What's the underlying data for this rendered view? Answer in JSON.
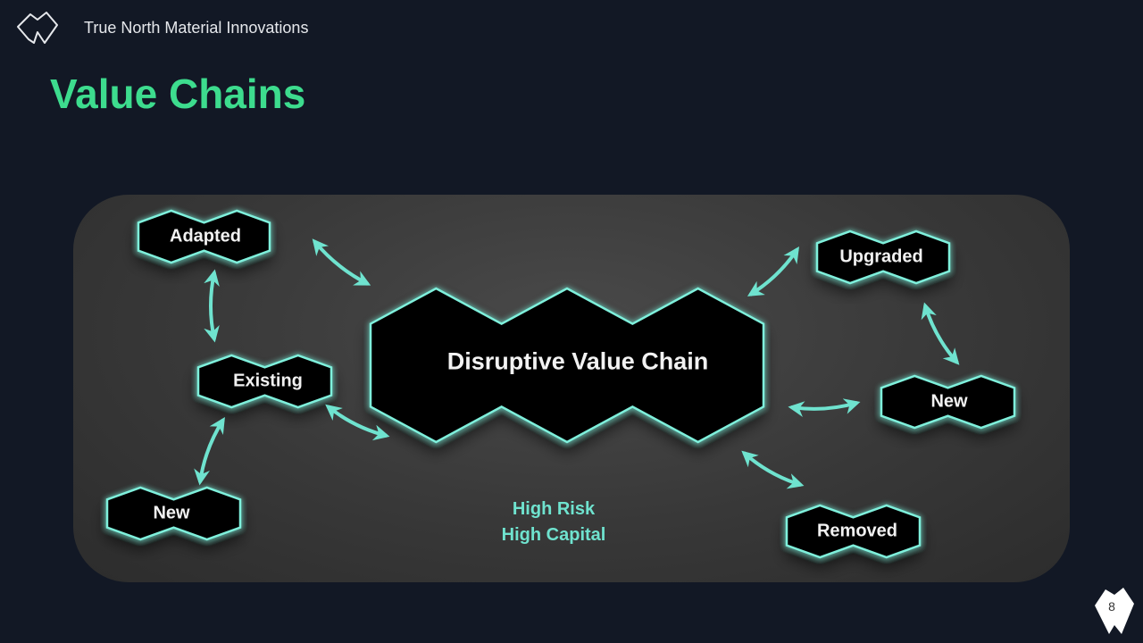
{
  "header": {
    "company": "True North Material Innovations",
    "title": "Value Chains"
  },
  "diagram": {
    "center": "Disruptive Value Chain",
    "nodes": {
      "adapted": "Adapted",
      "existing": "Existing",
      "new_left": "New",
      "upgraded": "Upgraded",
      "new_right": "New",
      "removed": "Removed"
    },
    "risk_line1": "High Risk",
    "risk_line2": "High Capital"
  },
  "footer": {
    "page_number": "8"
  },
  "colors": {
    "accent": "#3ddc8e",
    "teal": "#6fe3cf",
    "background": "#121825"
  }
}
